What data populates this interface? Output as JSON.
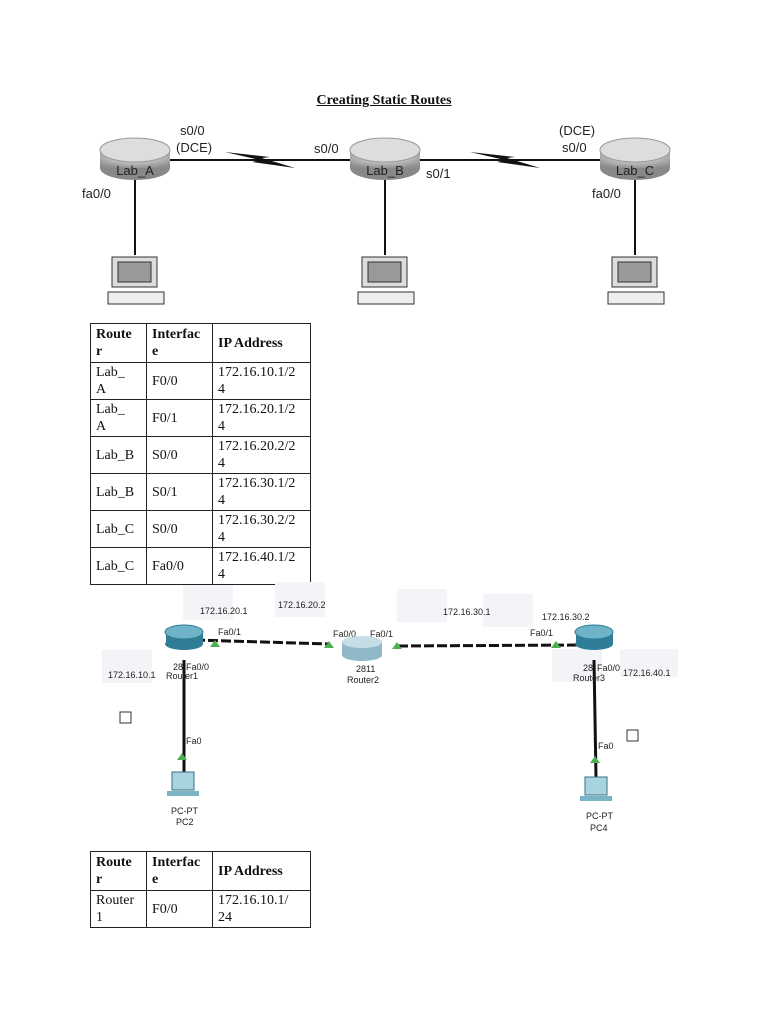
{
  "title": "Creating Static Routes",
  "diagram1": {
    "routers": [
      "Lab_A",
      "Lab_B",
      "Lab_C"
    ],
    "labels": {
      "a_s00": "s0/0",
      "a_dce": "(DCE)",
      "a_fa": "fa0/0",
      "b_s00": "s0/0",
      "b_s01": "s0/1",
      "c_dce": "(DCE)",
      "c_s00": "s0/0",
      "c_fa": "fa0/0"
    }
  },
  "table1": {
    "headers": [
      "Route\nr",
      "Interfac\ne",
      "IP Address"
    ],
    "rows": [
      [
        "Lab_\nA",
        "F0/0",
        "172.16.10.1/2\n4"
      ],
      [
        "Lab_\nA",
        "F0/1",
        "172.16.20.1/2\n4"
      ],
      [
        "Lab_B",
        "S0/0",
        "172.16.20.2/2\n4"
      ],
      [
        "Lab_B",
        "S0/1",
        "172.16.30.1/2\n4"
      ],
      [
        "Lab_C",
        "S0/0",
        "172.16.30.2/2\n4"
      ],
      [
        "Lab_C",
        "Fa0/0",
        "172.16.40.1/2\n4"
      ]
    ]
  },
  "diagram2": {
    "ips": [
      "172.16.20.1",
      "172.16.20.2",
      "172.16.30.1",
      "172.16.30.2",
      "172.16.10.1",
      "172.16.40.1"
    ],
    "ports": {
      "r1_fa01": "Fa0/1",
      "r1_fa00": "Fa0/0",
      "r2_fa00": "Fa0/0",
      "r2_fa01": "Fa0/1",
      "r3_fa01": "Fa0/1",
      "r3_fa00": "Fa0/0",
      "pc2_fa0": "Fa0",
      "pc4_fa0": "Fa0"
    },
    "r1_model": "28",
    "r1_name": "Router1",
    "r2_model": "2811",
    "r2_name": "Router2",
    "r3_model": "28",
    "r3_name": "Router3",
    "pc2_type": "PC-PT",
    "pc2_name": "PC2",
    "pc4_type": "PC-PT",
    "pc4_name": "PC4",
    "link_color": "#111111",
    "port_up_color": "#4caf50",
    "router_color": "#3f8fa8"
  },
  "table2": {
    "headers": [
      "Route\nr",
      "Interfac\ne",
      "IP Address"
    ],
    "rows": [
      [
        "Router\n1",
        "F0/0",
        "172.16.10.1/\n24"
      ]
    ]
  }
}
